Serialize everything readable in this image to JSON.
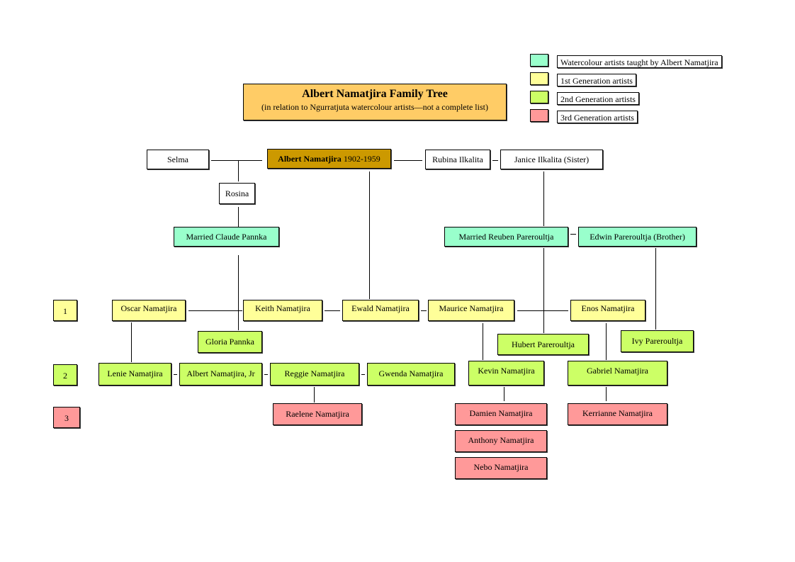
{
  "title": {
    "main": "Albert Namatjira Family Tree",
    "sub": "(in relation to Ngurratjuta watercolour artists—not a complete list)"
  },
  "legend": {
    "items": [
      {
        "label": "Watercolour artists taught by Albert Namatjira",
        "color": "#99ffcc"
      },
      {
        "label": "1st Generation artists",
        "color": "#ffff99"
      },
      {
        "label": "2nd Generation artists",
        "color": "#ccff66"
      },
      {
        "label": "3rd Generation artists",
        "color": "#ff9999"
      }
    ]
  },
  "generations": [
    "1",
    "2",
    "3"
  ],
  "people": {
    "selma": "Selma",
    "albert_name": "Albert Namatjira",
    "albert_years": " 1902-1959",
    "rubina": "Rubina Ilkalita",
    "janice": "Janice Ilkalita (Sister)",
    "rosina": "Rosina",
    "claude": "Married Claude Pannka",
    "reuben": "Married Reuben Pareroultja",
    "edwin": "Edwin Pareroultja (Brother)",
    "oscar": "Oscar Namatjira",
    "keith": "Keith Namatjira",
    "ewald": "Ewald Namatjira",
    "maurice": "Maurice Namatjira",
    "enos": "Enos Namatjira",
    "gloria": "Gloria Pannka",
    "hubert": "Hubert Pareroultja",
    "ivy": "Ivy Pareroultja",
    "lenie": "Lenie Namatjira",
    "albert_jr": "Albert Namatjira, Jr",
    "reggie": "Reggie Namatjira",
    "gwenda": "Gwenda Namatjira",
    "kevin": "Kevin Namatjira",
    "gabriel": "Gabriel Namatjira",
    "raelene": "Raelene Namatjira",
    "damien": "Damien Namatjira",
    "anthony": "Anthony Namatjira",
    "nebo": "Nebo Namatjira",
    "kerrianne": "Kerrianne Namatjira"
  }
}
